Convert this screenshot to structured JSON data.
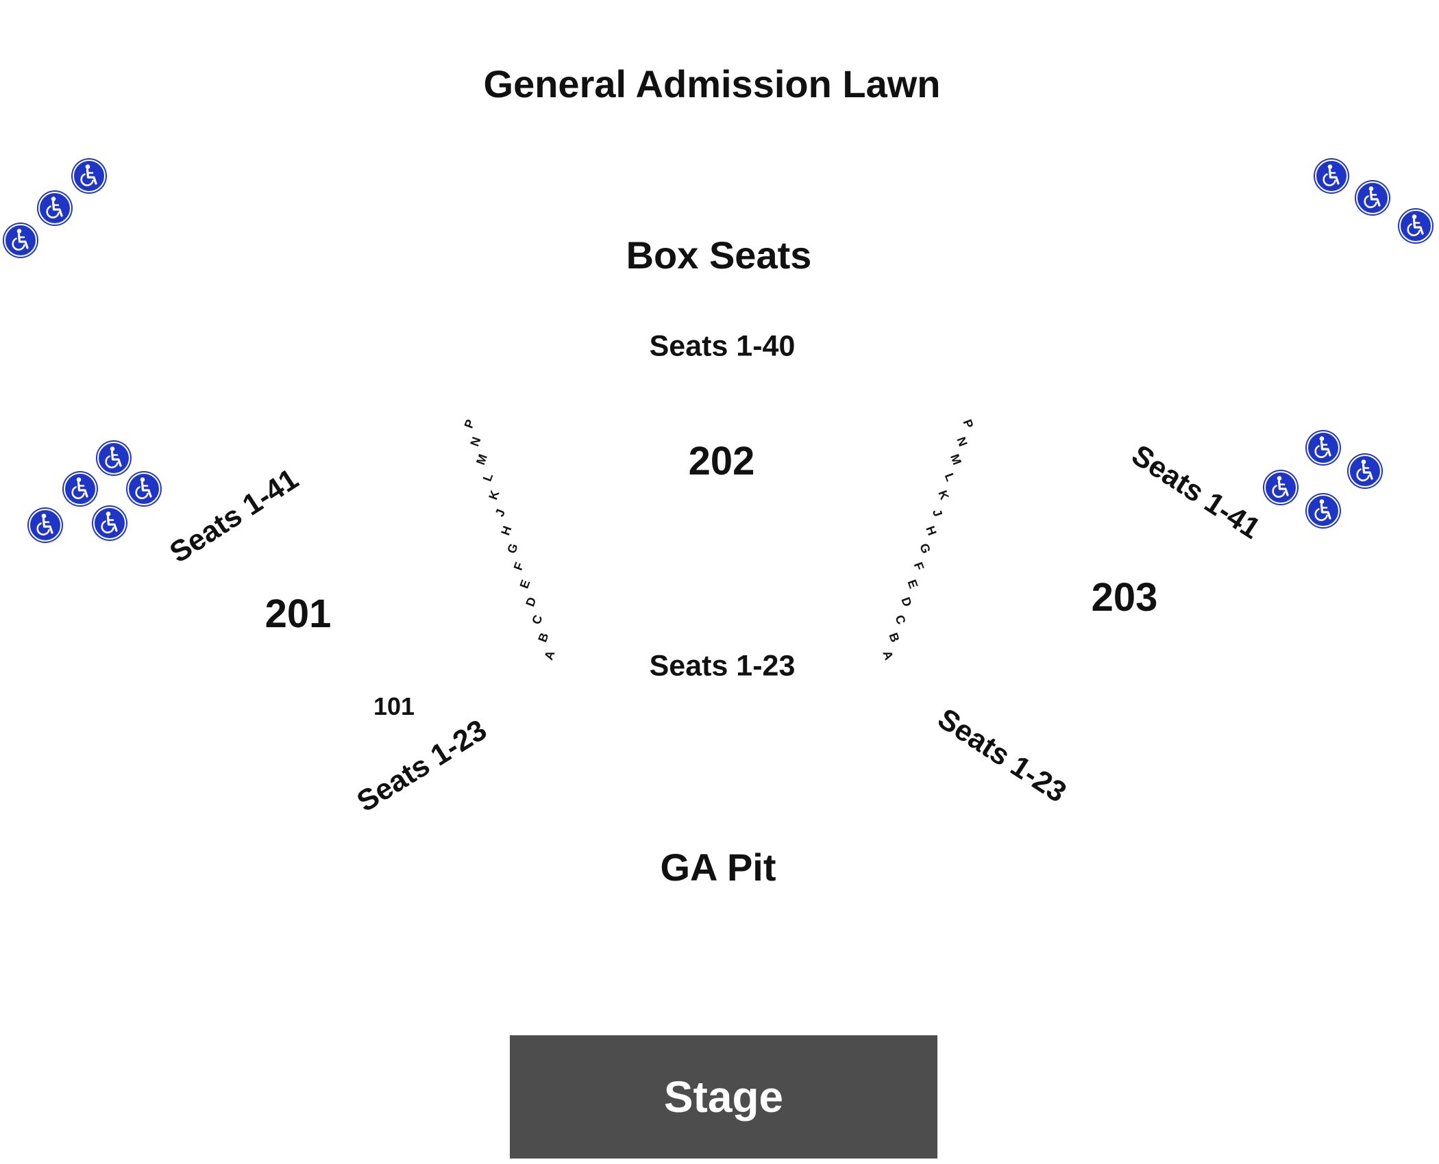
{
  "colors": {
    "accessible": "#1e35c8",
    "stage": "#4d4d4d",
    "text": "#111111",
    "background": "#ffffff"
  },
  "icon": "wheelchair-icon",
  "lawn": {
    "label": "General Admission Lawn"
  },
  "box": {
    "label": "Box Seats",
    "seats": "Seats 1-40"
  },
  "sections": {
    "s201": {
      "label": "201",
      "seats": "Seats 1-41"
    },
    "s202": {
      "label": "202",
      "seats": "Seats 1-23"
    },
    "s203": {
      "label": "203",
      "seats": "Seats 1-41"
    },
    "s101": {
      "label": "101"
    }
  },
  "lower_left": {
    "seats": "Seats 1-23"
  },
  "lower_right": {
    "seats": "Seats 1-23"
  },
  "pit": {
    "label": "GA Pit"
  },
  "stage": {
    "label": "Stage"
  },
  "rows": [
    "P",
    "N",
    "M",
    "L",
    "K",
    "J",
    "H",
    "G",
    "F",
    "E",
    "D",
    "C",
    "B",
    "A"
  ]
}
